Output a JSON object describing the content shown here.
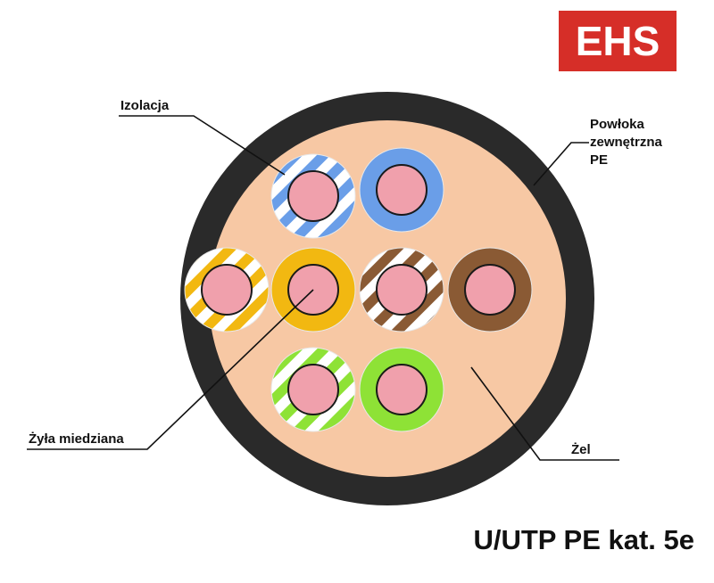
{
  "logo": {
    "text": "EHS",
    "bg_color": "#d62e28",
    "text_color": "#ffffff"
  },
  "title": "U/UTP PE kat. 5e",
  "labels": {
    "insulation": "Izolacja",
    "outer_sheath_line1": "Powłoka",
    "outer_sheath_line2": "zewnętrzna",
    "outer_sheath_line3": "PE",
    "copper_core": "Żyła miedziana",
    "gel": "Żel"
  },
  "colors": {
    "sheath": "#2a2a2a",
    "gel": "#f7c8a4",
    "copper": "#f0a0ac",
    "blue": "#6a9ee8",
    "orange": "#f2b811",
    "brown": "#8a5a34",
    "green": "#8ee236"
  },
  "wires": [
    {
      "name": "blue-white",
      "color": "blue",
      "striped": true
    },
    {
      "name": "blue",
      "color": "blue",
      "striped": false
    },
    {
      "name": "orange-white",
      "color": "orange",
      "striped": true
    },
    {
      "name": "orange",
      "color": "orange",
      "striped": false
    },
    {
      "name": "brown-white",
      "color": "brown",
      "striped": true
    },
    {
      "name": "brown",
      "color": "brown",
      "striped": false
    },
    {
      "name": "green-white",
      "color": "green",
      "striped": true
    },
    {
      "name": "green",
      "color": "green",
      "striped": false
    }
  ]
}
